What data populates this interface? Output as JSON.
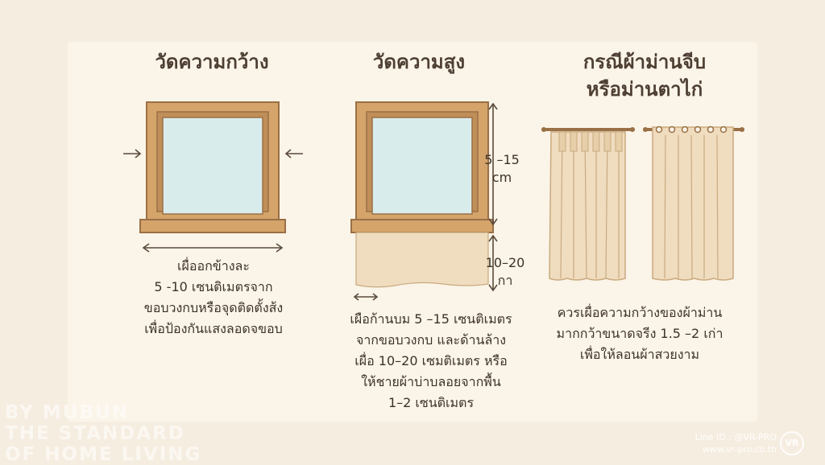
{
  "columns": {
    "width": {
      "title": "วัดความกว้าง",
      "lines": [
        "เผื่ออกข้างละ",
        "5 -10 เซนติเมตรจาก",
        "ขอบวงกบหรือจุดติดตั้งส้ง",
        "เพื่อป้องกันแสงลอดจขอบ"
      ]
    },
    "height": {
      "title": "วัดความสูง",
      "dim_top": [
        "5 –15",
        "cm"
      ],
      "dim_bottom": [
        "10–20",
        "กา"
      ],
      "lines": [
        "เผือก้านบม 5 –15 เซนติเมตร",
        "จากขอบวงกบ และด้านล้าง",
        "เผื่อ 10–20 เซมติเมตร หรือ",
        "ให้ชายผ้าบ่าบลอยจากพื้น",
        "1–2 เซนติเมตร"
      ]
    },
    "curtain": {
      "title_lines": [
        "กรณีผ้าม่านจีบ",
        "หรือม่านตาไก่"
      ],
      "lines": [
        "ควรเผื่อความกว้างของผ้าม่าน",
        "มากกว้าขนาดจรีง 1.5 –2 เก่า",
        "เพื่อให้ลอนผ้าสวยงาม"
      ]
    }
  },
  "watermark": {
    "big_lines": [
      "BY MUBUN",
      "THE STANDARD",
      "OF HOME LIVING"
    ],
    "line_id": "Line ID : @VR-PRO",
    "website": "www.vr-pro.co.th",
    "logo_text": "VR"
  },
  "colors": {
    "frame": "#d4a46a",
    "frame_edge": "#9a7046",
    "glass": "#d9ecec",
    "fabric": "#f0dcbe",
    "fabric_edge": "#c9aa80"
  }
}
